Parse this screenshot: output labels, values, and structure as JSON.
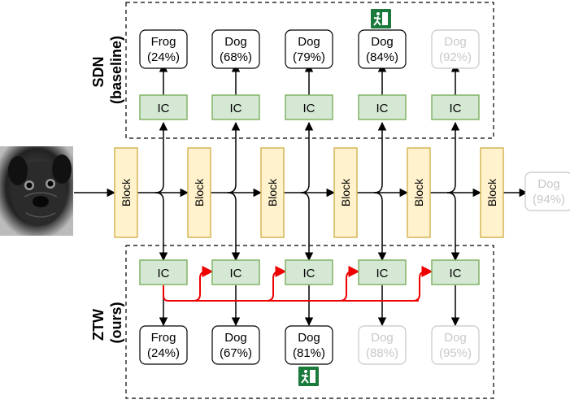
{
  "sdn_label": {
    "line1": "SDN",
    "line2": "(baseline)"
  },
  "ztw_label": {
    "line1": "ZTW",
    "line2": "(ours)"
  },
  "block_label": "Block",
  "ic_label": "IC",
  "sdn_outputs": [
    {
      "cls": "Frog",
      "pct": "(24%)",
      "faded": false
    },
    {
      "cls": "Dog",
      "pct": "(68%)",
      "faded": false
    },
    {
      "cls": "Dog",
      "pct": "(79%)",
      "faded": false
    },
    {
      "cls": "Dog",
      "pct": "(84%)",
      "faded": false
    },
    {
      "cls": "Dog",
      "pct": "(92%)",
      "faded": true
    }
  ],
  "ztw_outputs": [
    {
      "cls": "Frog",
      "pct": "(24%)",
      "faded": false
    },
    {
      "cls": "Dog",
      "pct": "(67%)",
      "faded": false
    },
    {
      "cls": "Dog",
      "pct": "(81%)",
      "faded": false
    },
    {
      "cls": "Dog",
      "pct": "(88%)",
      "faded": true
    },
    {
      "cls": "Dog",
      "pct": "(95%)",
      "faded": true
    }
  ],
  "final_output": {
    "cls": "Dog",
    "pct": "(94%)",
    "faded": true
  },
  "colors": {
    "block_fill": "#fff2cc",
    "block_stroke": "#d6b656",
    "ic_fill": "#d5e8d4",
    "ic_stroke": "#82b366",
    "cascade": "#ee0000",
    "exit_sign": "#1a7a3c",
    "faded_text": "#c8c8c8"
  },
  "icons": {
    "exit": "emergency-exit-icon",
    "image": "pug-dog-photo"
  }
}
